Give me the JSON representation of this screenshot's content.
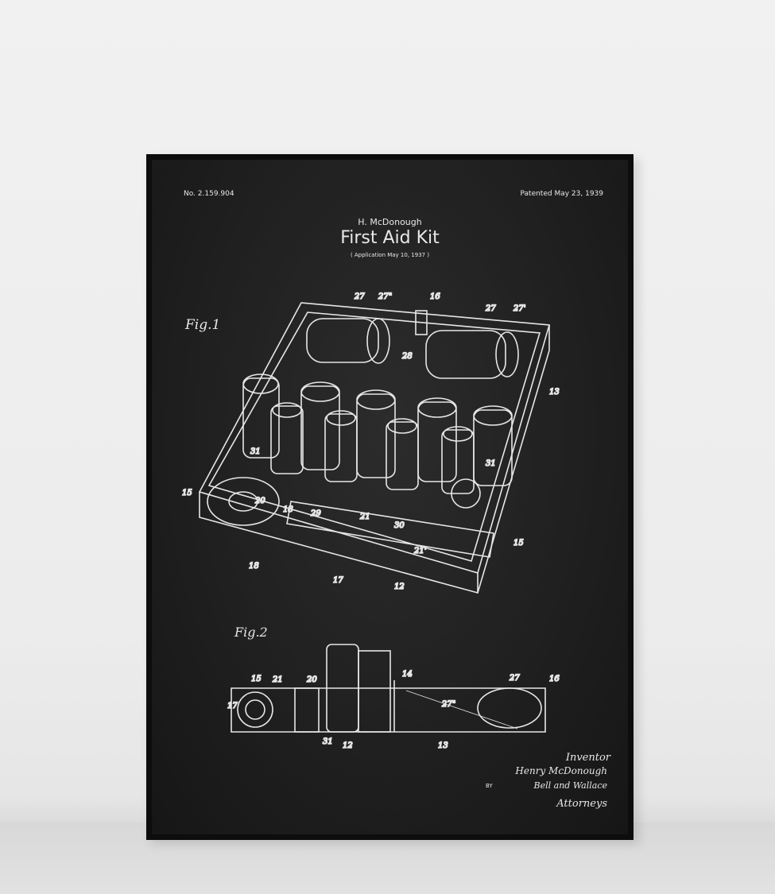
{
  "poster": {
    "patent_number": "No. 2.159.904",
    "patent_date": "Patented May 23, 1939",
    "inventor_name": "H. McDonough",
    "title": "First Aid Kit",
    "application": "( Application  May 10, 1937 )",
    "figure_1_label": "Fig.1",
    "figure_2_label": "Fig.2",
    "signature": {
      "inventor_label": "Inventor",
      "inventor_signature": "Henry McDonough",
      "by": "BY",
      "attorneys_signature": "Bell and Wallace",
      "attorneys_label": "Attorneys"
    },
    "part_numbers_fig1": [
      "27",
      "27\"",
      "16",
      "27",
      "27'",
      "28",
      "13",
      "31",
      "31",
      "15",
      "20",
      "18",
      "29",
      "21",
      "30",
      "15",
      "21'",
      "18",
      "17",
      "12"
    ],
    "part_numbers_fig2": [
      "15",
      "21",
      "20",
      "17",
      "31",
      "12",
      "14",
      "27",
      "16",
      "27\"",
      "13"
    ]
  }
}
